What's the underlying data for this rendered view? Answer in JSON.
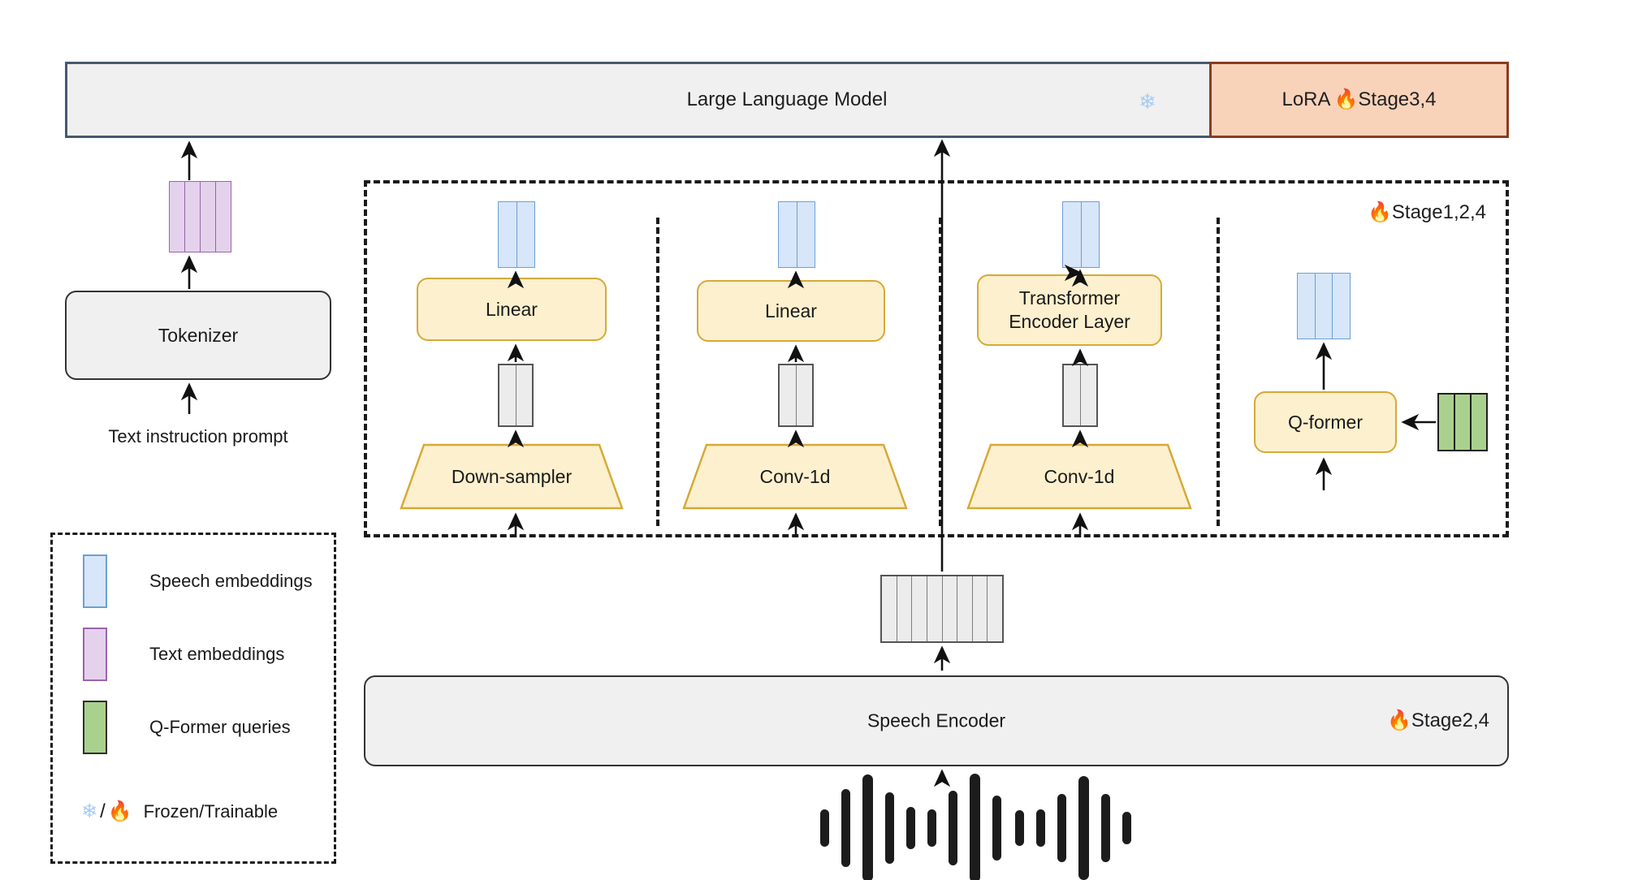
{
  "diagram": {
    "title": "Speech-LLM architecture with adapter variants",
    "llm": {
      "label": "Large Language Model",
      "frozen_icon": "snowflake-icon",
      "snowflake_glyph": "❄",
      "lora_label": "LoRA",
      "lora_stage": "Stage3,4",
      "fire_glyph": "🔥",
      "border_color": "#46596e",
      "fill_color": "#f0f0f0",
      "lora_border_color": "#8c3b22",
      "lora_fill_color": "#f8d3ba"
    },
    "text_branch": {
      "tokenizer_label": "Tokenizer",
      "prompt_label": "Text instruction prompt",
      "text_embedding_columns": 4
    },
    "adapters_stage_tag": "Stage1,2,4",
    "adapters": [
      {
        "name": "down-sampler-adapter",
        "top_block_label": "Linear",
        "bottom_block_label": "Down-sampler",
        "speech_embedding_columns": 2,
        "feature_columns": 2
      },
      {
        "name": "conv1d-linear-adapter",
        "top_block_label": "Linear",
        "bottom_block_label": "Conv-1d",
        "speech_embedding_columns": 2,
        "feature_columns": 2
      },
      {
        "name": "conv1d-transformer-adapter",
        "top_block_label": "Transformer\nEncoder Layer",
        "top_block_line1": "Transformer",
        "top_block_line2": "Encoder Layer",
        "bottom_block_label": "Conv-1d",
        "speech_embedding_columns": 2,
        "feature_columns": 2
      },
      {
        "name": "qformer-adapter",
        "block_label": "Q-former",
        "speech_embedding_columns": 3,
        "query_columns": 3
      }
    ],
    "speech_encoder": {
      "label": "Speech Encoder",
      "stage": "Stage2,4",
      "fire_glyph": "🔥",
      "feature_columns": 8
    },
    "waveform": {
      "name": "audio-waveform",
      "bar_heights": [
        46,
        96,
        132,
        88,
        52,
        46,
        92,
        134,
        80,
        44,
        46,
        84,
        128,
        84,
        40
      ]
    },
    "legend": {
      "items": [
        {
          "swatch": "speech",
          "label": "Speech embeddings",
          "color": "#d7e6f8"
        },
        {
          "swatch": "text",
          "label": "Text embeddings",
          "color": "#e4d2ec"
        },
        {
          "swatch": "query",
          "label": "Q-Former queries",
          "color": "#a9d18e"
        }
      ],
      "status_label": "Frozen/Trainable",
      "status_frozen_glyph": "❄",
      "status_separator": "/",
      "status_trainable_glyph": "🔥"
    }
  }
}
